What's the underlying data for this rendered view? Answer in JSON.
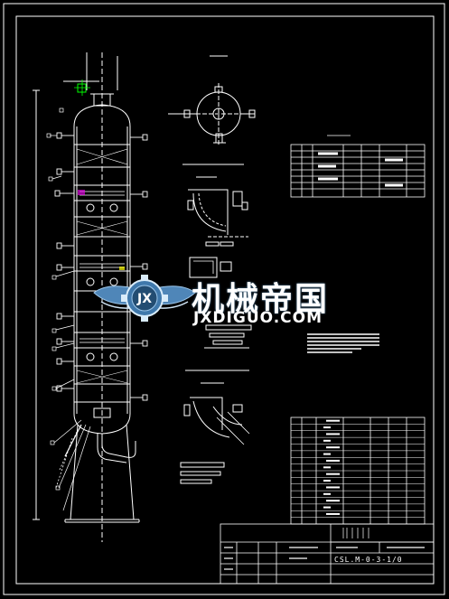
{
  "watermark": {
    "chinese_text": "机械帝国",
    "url_text": "JXDIGUO.COM",
    "emblem_letters": "JX",
    "colors": {
      "text": "#ffffff",
      "glow": "#5a8ab0",
      "emblem": "#4f86b8"
    }
  },
  "title_block": {
    "drawing_number": "CSL.M-0-3-1/0"
  },
  "colors": {
    "background": "#000000",
    "lines": "#ffffff",
    "highlight_green": "#00ff00",
    "highlight_magenta": "#ff00ff",
    "highlight_yellow": "#ffff00"
  }
}
